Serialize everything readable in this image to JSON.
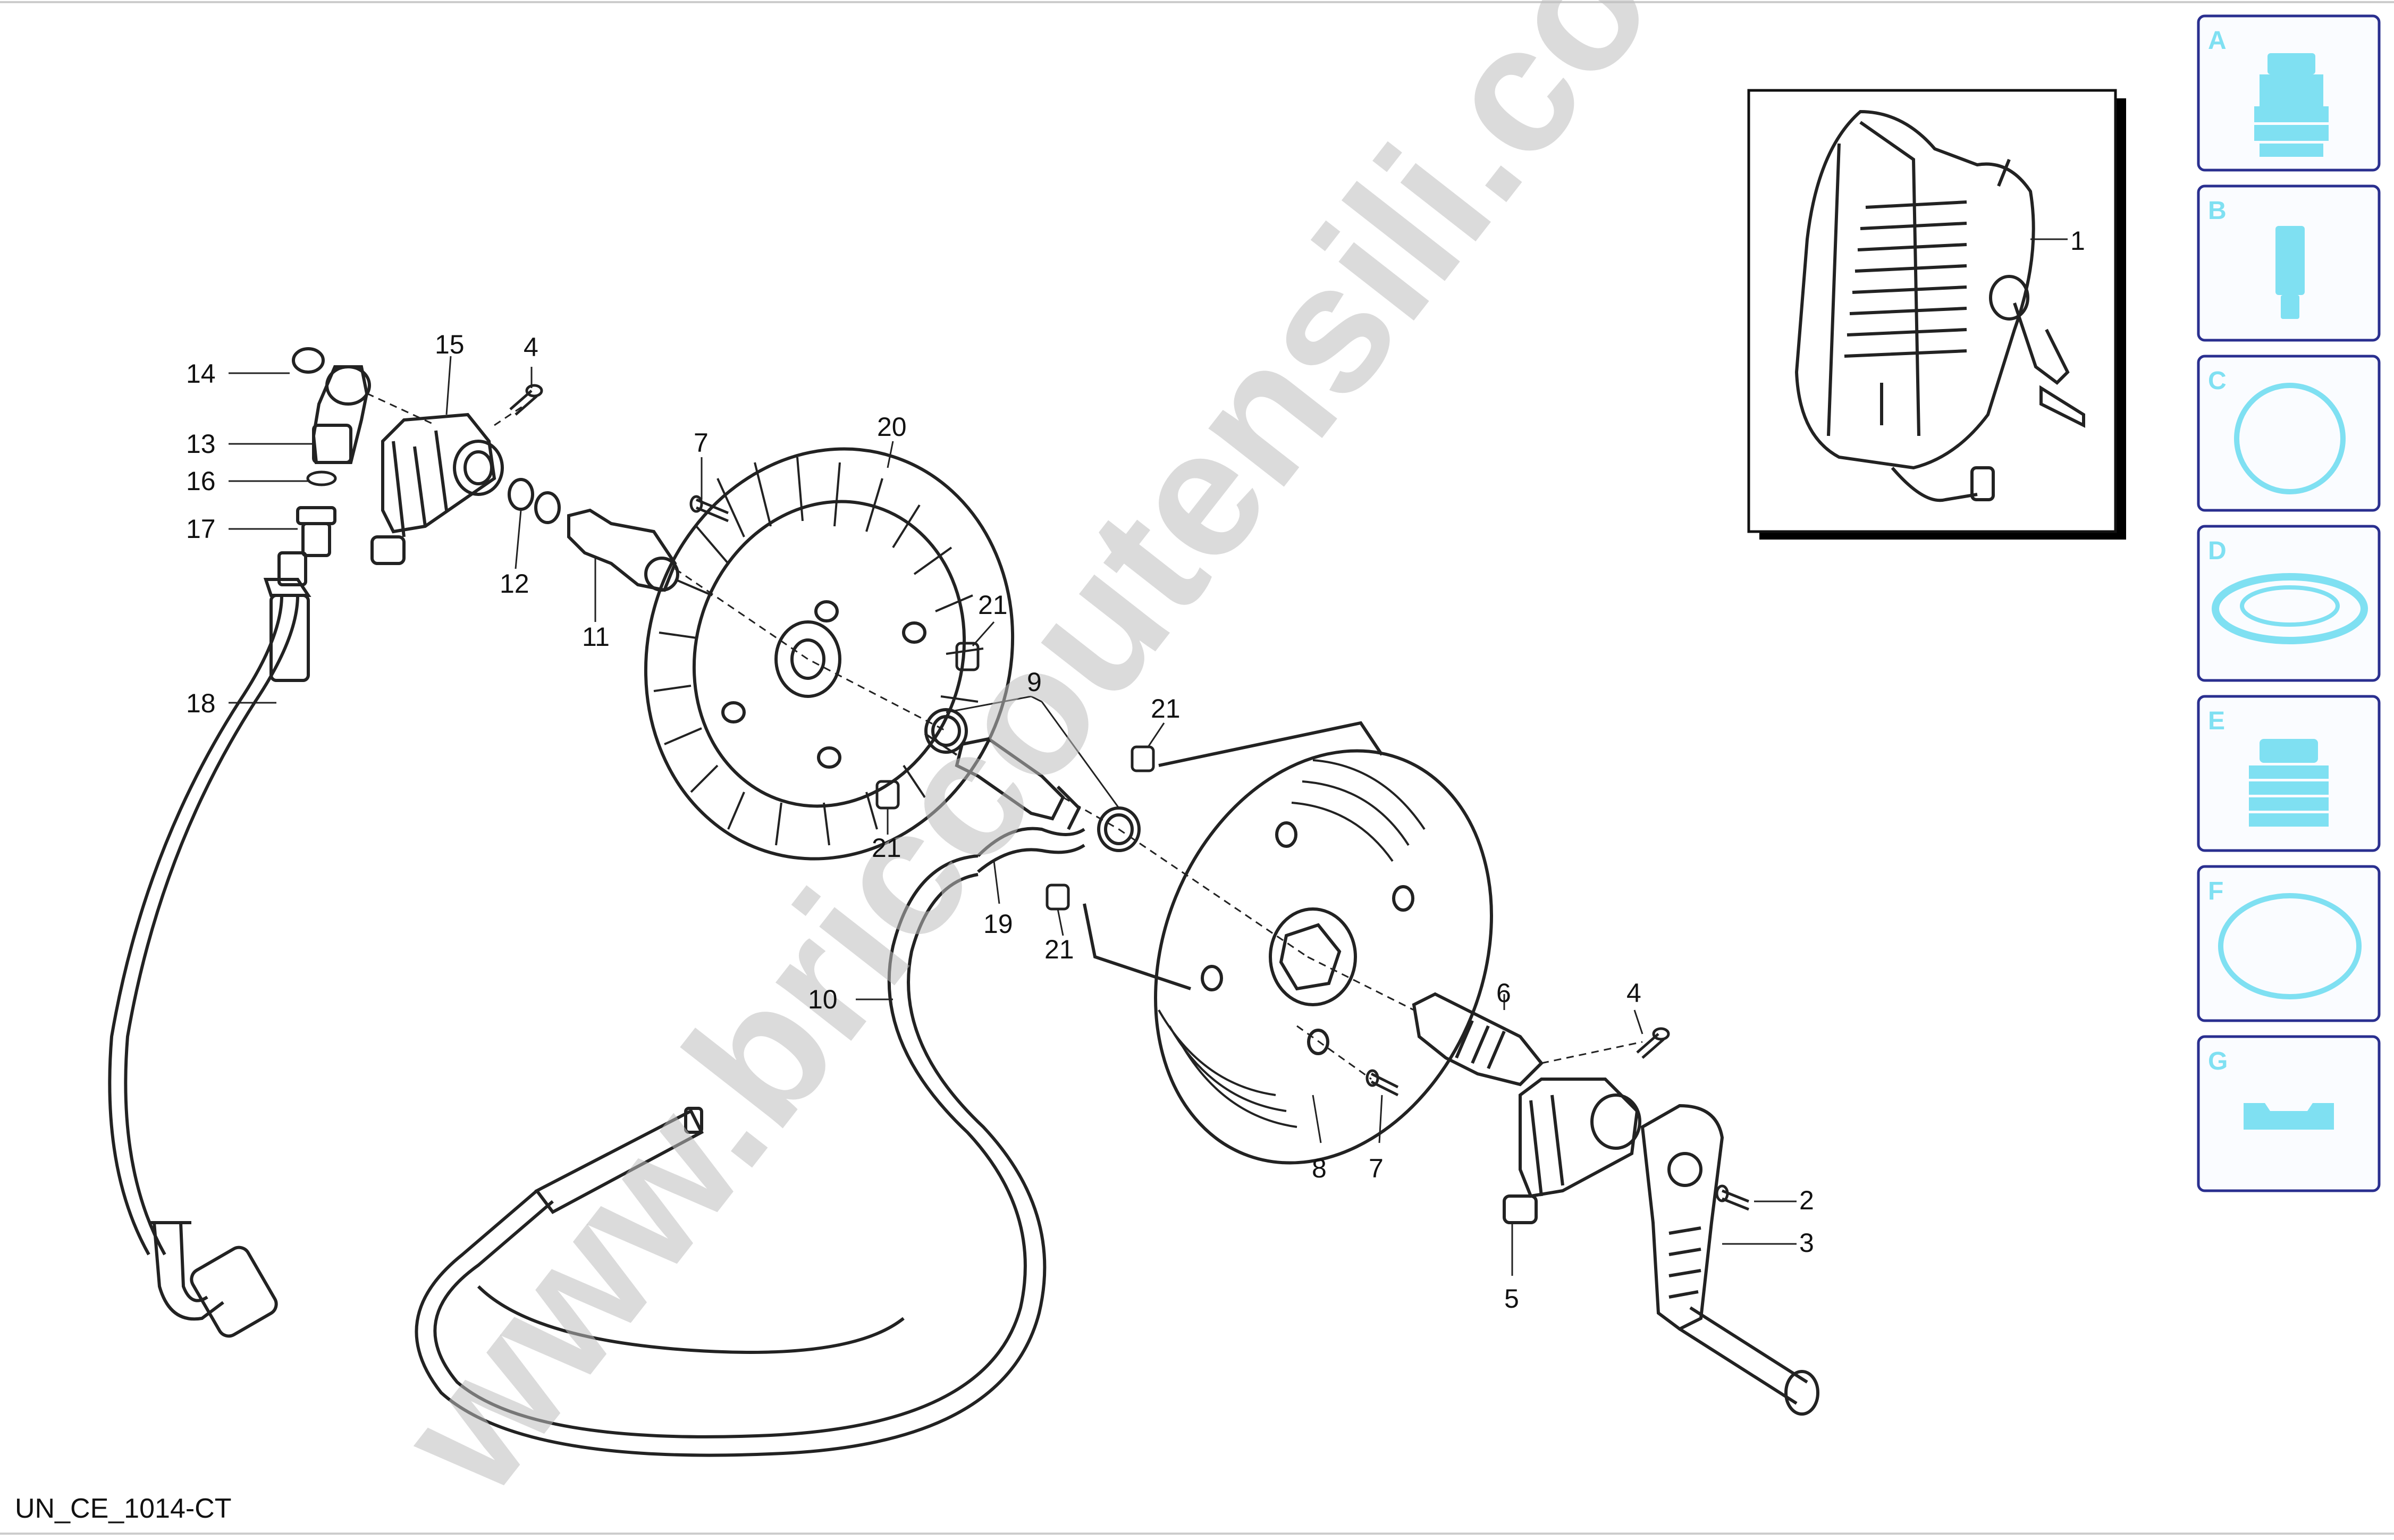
{
  "diagram_code": "UN_CE_1014-CT",
  "watermark": "www.briccoutensili.com",
  "callouts": [
    "1",
    "2",
    "3",
    "4",
    "4",
    "5",
    "6",
    "7",
    "7",
    "8",
    "9",
    "10",
    "11",
    "12",
    "13",
    "14",
    "15",
    "16",
    "17",
    "18",
    "19",
    "20",
    "21",
    "21",
    "21",
    "21"
  ],
  "sidebar": {
    "items": [
      {
        "letter": "A",
        "icon": "coupling-icon"
      },
      {
        "letter": "B",
        "icon": "cylinder-icon"
      },
      {
        "letter": "C",
        "icon": "snap-ring-icon"
      },
      {
        "letter": "D",
        "icon": "seal-ring-icon"
      },
      {
        "letter": "E",
        "icon": "threaded-nut-icon"
      },
      {
        "letter": "F",
        "icon": "o-ring-icon"
      },
      {
        "letter": "G",
        "icon": "gasket-icon"
      }
    ]
  },
  "colors": {
    "accent": "#7fe0f2",
    "sidebar_border": "#2a2f8f",
    "sidebar_bg": "#fafcff",
    "line": "#222222"
  }
}
